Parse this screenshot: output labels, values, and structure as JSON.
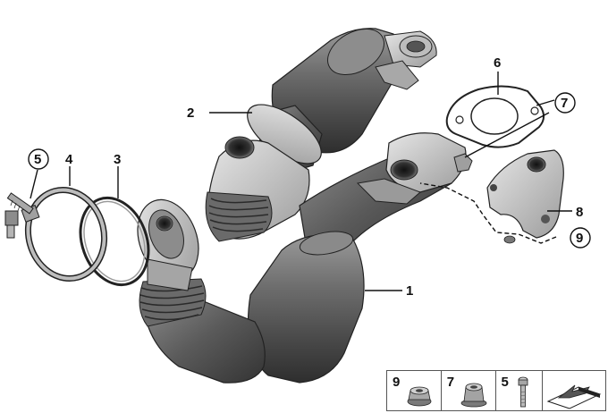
{
  "diagram": {
    "callouts": {
      "c1": "1",
      "c2": "2",
      "c3": "3",
      "c4": "4",
      "c5": "5",
      "c6": "6",
      "c7": "7",
      "c8": "8",
      "c9": "9"
    },
    "parts": [
      {
        "id": "1",
        "name": "rear-catalytic-converter"
      },
      {
        "id": "2",
        "name": "front-catalytic-converter"
      },
      {
        "id": "3",
        "name": "sealing-ring"
      },
      {
        "id": "4",
        "name": "clamp"
      },
      {
        "id": "5",
        "name": "bolt"
      },
      {
        "id": "6",
        "name": "gasket"
      },
      {
        "id": "7",
        "name": "collar-nut"
      },
      {
        "id": "8",
        "name": "bracket"
      },
      {
        "id": "9",
        "name": "hex-nut"
      }
    ]
  },
  "legend": {
    "items": [
      {
        "number": "9",
        "icon": "hex-nut-icon"
      },
      {
        "number": "7",
        "icon": "collar-nut-icon"
      },
      {
        "number": "5",
        "icon": "bolt-icon"
      },
      {
        "number": "",
        "icon": "direction-arrow-icon"
      }
    ]
  },
  "watermark": "",
  "colors": {
    "metal_dark": "#3a3a3a",
    "metal_mid": "#7a7a7a",
    "metal_light": "#c9c9c9",
    "outline": "#222222",
    "leader": "#111111"
  }
}
